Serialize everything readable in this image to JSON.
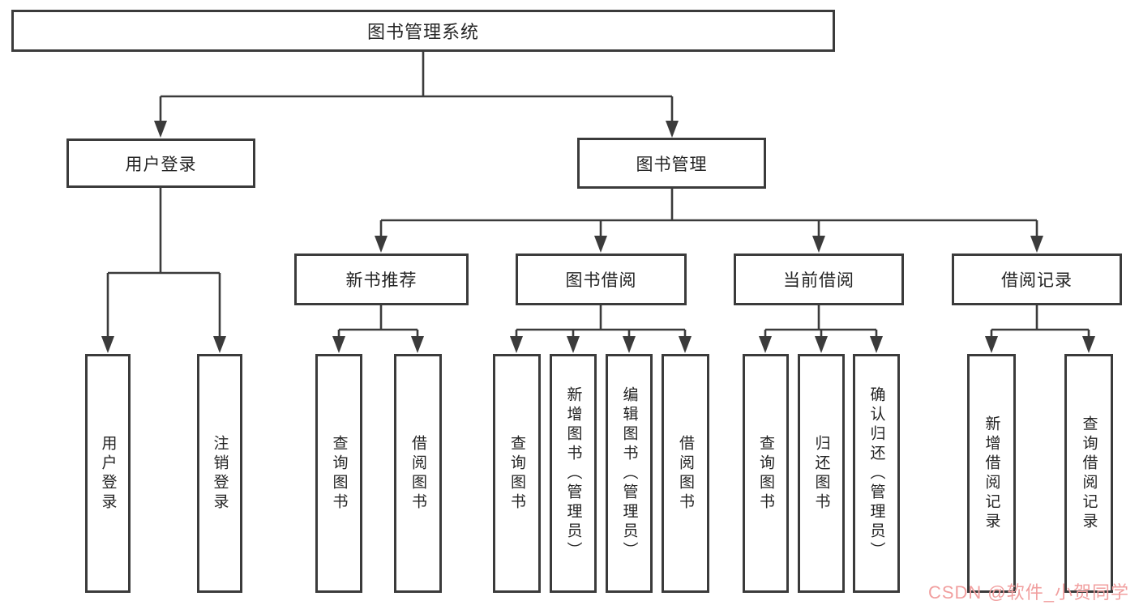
{
  "diagram": {
    "type": "hierarchy-diagram",
    "background_color": "#ffffff",
    "line_color": "#3b3b3b",
    "text_color": "#242424",
    "watermark": {
      "text": "CSDN @软件_小贺同学",
      "color": "#f19f9f"
    },
    "nodes": {
      "root": "图书管理系统",
      "user_login": "用户登录",
      "book_mgmt": "图书管理",
      "new_book_rec": "新书推荐",
      "book_borrow": "图书借阅",
      "current_borrow": "当前借阅",
      "borrow_record": "借阅记录",
      "leaf_user_login": "用户登录",
      "leaf_logout": "注销登录",
      "leaf_nbr_query": "查询图书",
      "leaf_nbr_borrow": "借阅图书",
      "leaf_bb_query": "查询图书",
      "leaf_bb_add": "新增图书（管理员）",
      "leaf_bb_edit": "编辑图书（管理员）",
      "leaf_bb_borrow": "借阅图书",
      "leaf_cb_query": "查询图书",
      "leaf_cb_return": "归还图书",
      "leaf_cb_confirm": "确认归还（管理员）",
      "leaf_br_add": "新增借阅记录",
      "leaf_br_query": "查询借阅记录"
    },
    "hierarchy": {
      "图书管理系统": {
        "用户登录": [
          "用户登录",
          "注销登录"
        ],
        "图书管理": {
          "新书推荐": [
            "查询图书",
            "借阅图书"
          ],
          "图书借阅": [
            "查询图书",
            "新增图书（管理员）",
            "编辑图书（管理员）",
            "借阅图书"
          ],
          "当前借阅": [
            "查询图书",
            "归还图书",
            "确认归还（管理员）"
          ],
          "借阅记录": [
            "新增借阅记录",
            "查询借阅记录"
          ]
        }
      }
    }
  }
}
